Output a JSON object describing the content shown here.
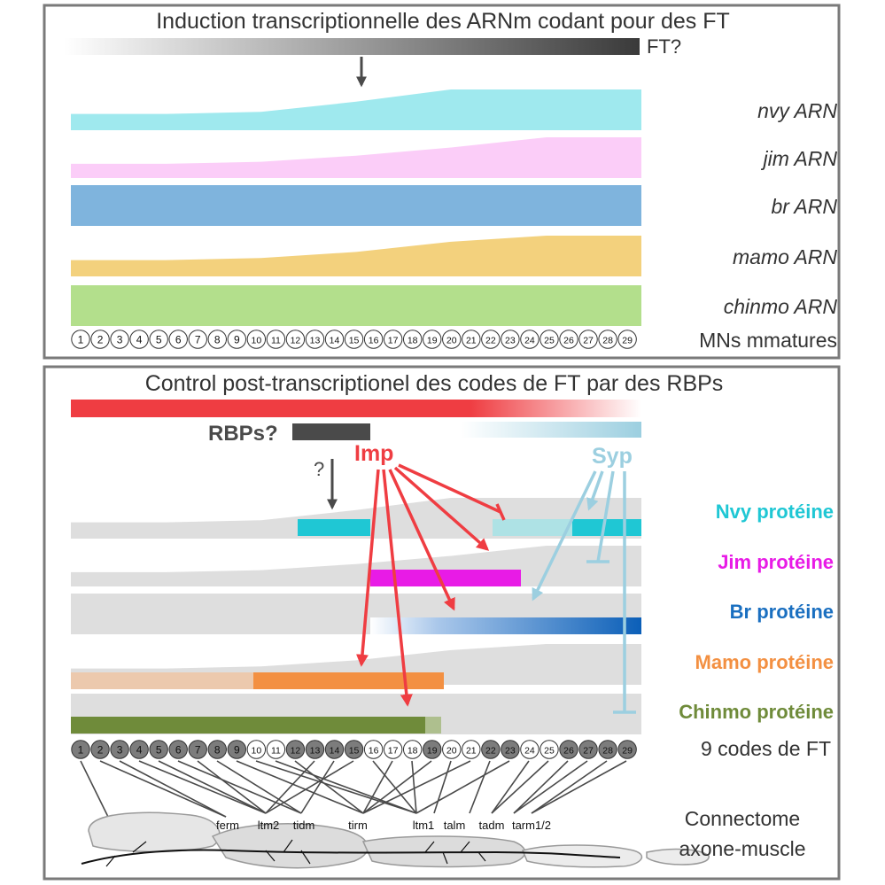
{
  "panel_top": {
    "title": "Induction transcriptionnelle des ARNm codant pour des FT",
    "ft_question": "FT?",
    "rows": [
      {
        "label": "nvy ARN",
        "color": "#9fe9ee",
        "level": [
          0.4,
          0.4,
          0.45,
          0.7,
          1.0,
          1.0,
          1.0
        ]
      },
      {
        "label": "jim ARN",
        "color": "#fbcdf8",
        "level": [
          0.35,
          0.35,
          0.4,
          0.55,
          0.75,
          1.0,
          1.0
        ]
      },
      {
        "label": "br ARN",
        "color": "#7fb4dd",
        "level": [
          1,
          1,
          1,
          1,
          1,
          1,
          1
        ]
      },
      {
        "label": "mamo ARN",
        "color": "#f3d17d",
        "level": [
          0.4,
          0.4,
          0.45,
          0.6,
          0.85,
          1.0,
          1.0
        ]
      },
      {
        "label": "chinmo ARN",
        "color": "#b3df8c",
        "level": [
          1,
          1,
          1,
          1,
          1,
          1,
          1
        ]
      }
    ],
    "numbers": [
      "1",
      "2",
      "3",
      "4",
      "5",
      "6",
      "7",
      "8",
      "9",
      "10",
      "11",
      "12",
      "13",
      "14",
      "15",
      "16",
      "17",
      "18",
      "19",
      "20",
      "21",
      "22",
      "23",
      "24",
      "25",
      "26",
      "27",
      "28",
      "29"
    ],
    "numbers_label": "MNs mmatures"
  },
  "panel_bottom": {
    "title": "Control post-transcriptionel des codes de FT par des RBPs",
    "rbps_label": "RBPs?",
    "question": "?",
    "imp_label": "Imp",
    "syp_label": "Syp",
    "imp_color": "#ef3d42",
    "syp_color": "#9ccfe0",
    "proteins": [
      {
        "label": "Nvy protéine",
        "color": "#1fc7d4"
      },
      {
        "label": "Jim protéine",
        "color": "#e81be6"
      },
      {
        "label": "Br protéine",
        "color": "#1a6fc0"
      },
      {
        "label": "Mamo protéine",
        "color": "#f39042"
      },
      {
        "label": "Chinmo protéine",
        "color": "#6f8b3a"
      }
    ],
    "numbers": [
      "1",
      "2",
      "3",
      "4",
      "5",
      "6",
      "7",
      "8",
      "9",
      "10",
      "11",
      "12",
      "13",
      "14",
      "15",
      "16",
      "17",
      "18",
      "19",
      "20",
      "21",
      "22",
      "23",
      "24",
      "25",
      "26",
      "27",
      "28",
      "29"
    ],
    "dark_numbers": [
      1,
      2,
      3,
      4,
      5,
      6,
      7,
      8,
      9,
      12,
      13,
      14,
      15,
      19,
      22,
      23,
      26,
      27,
      28,
      29
    ],
    "numbers_label": "9 codes de FT",
    "muscles": [
      "ferm",
      "ltm2",
      "tidm",
      "tirm",
      "ltm1",
      "talm",
      "tadm",
      "tarm1/2"
    ],
    "connectome_label_1": "Connectome",
    "connectome_label_2": "axone-muscle"
  }
}
